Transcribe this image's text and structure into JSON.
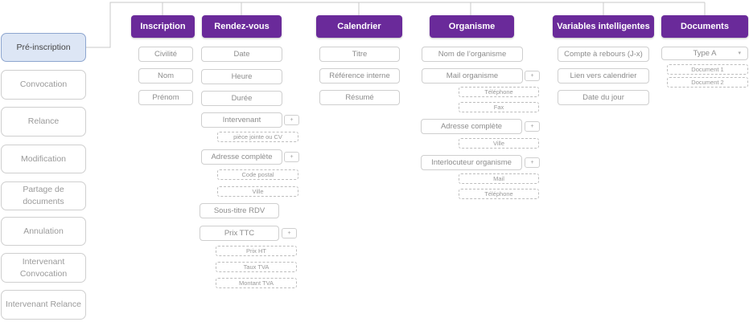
{
  "sidebar": {
    "items": [
      {
        "label": "Pré-inscription",
        "active": true
      },
      {
        "label": "Convocation"
      },
      {
        "label": "Relance"
      },
      {
        "label": "Modification"
      },
      {
        "label": "Partage de documents"
      },
      {
        "label": "Annulation"
      },
      {
        "label": "Intervenant Convocation"
      },
      {
        "label": "Intervenant Relance"
      }
    ]
  },
  "columns": {
    "inscription": {
      "title": "Inscription",
      "fields": [
        "Civilité",
        "Nom",
        "Prénom"
      ]
    },
    "rendezvous": {
      "title": "Rendez-vous",
      "fields": [
        "Date",
        "Heure",
        "Durée",
        "Intervenant",
        "Adresse complète",
        "Sous-titre RDV",
        "Prix TTC"
      ],
      "intervenant_sub": [
        "pièce jointe ou CV"
      ],
      "adresse_sub": [
        "Code postal",
        "Ville"
      ],
      "prix_sub": [
        "Prix HT",
        "Taux TVA",
        "Montant TVA"
      ]
    },
    "calendrier": {
      "title": "Calendrier",
      "fields": [
        "Titre",
        "Référence interne",
        "Résumé"
      ]
    },
    "organisme": {
      "title": "Organisme",
      "fields": [
        "Nom de l’organisme",
        "Mail organisme",
        "Adresse complète",
        "Interlocuteur organisme"
      ],
      "mail_sub": [
        "Téléphone",
        "Fax"
      ],
      "adresse_sub": [
        "Ville"
      ],
      "interlocuteur_sub": [
        "Mail",
        "Téléphone"
      ]
    },
    "variables": {
      "title": "Variables intelligentes",
      "fields": [
        "Compte à rebours (J-x)",
        "Lien vers calendrier",
        "Date du jour"
      ]
    },
    "documents": {
      "title": "Documents",
      "select_value": "Type A",
      "sub": [
        "Document 1",
        "Document 2"
      ]
    }
  },
  "expand_symbol": "+",
  "colors": {
    "header": "#6a2a9a",
    "active_tab": "#dde6f5"
  }
}
